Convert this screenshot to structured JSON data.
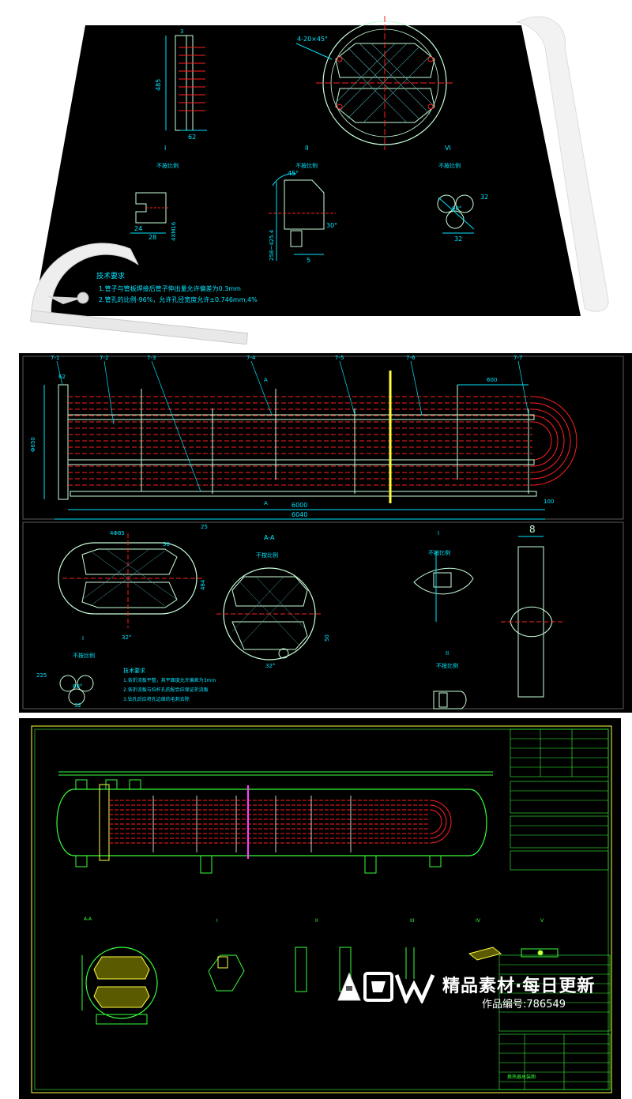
{
  "top_sheet": {
    "label_chamfer": "4-20×45°",
    "dim_62": "62",
    "dim_485": "485",
    "dim_3": "3",
    "view_I": "I",
    "view_II": "II",
    "view_VI": "VI",
    "scale_note": "不按比例",
    "dim_24": "24",
    "dim_28": "28",
    "dim_4xm16": "4XM16",
    "dim_45deg": "45°",
    "dim_30deg": "30°",
    "dim_range": "258~425.4",
    "dim_5": "5",
    "dim_32a": "32",
    "dim_60deg": "60°",
    "dim_32b": "32",
    "tech_title": "技术要求",
    "tech_line1": "1.管子与管板焊接后管子伸出量允许偏差为0.3mm",
    "tech_line2": "2.管孔的比例-96%，允许孔径宽度允许±0.746mm,4%"
  },
  "middle_sheet": {
    "part_labels": [
      "7-1",
      "7-2",
      "7-3",
      "7-4",
      "7-5",
      "7-6",
      "7-7"
    ],
    "dim_62": "62",
    "dim_phi650": "Φ650",
    "dim_600": "600",
    "dim_6000": "6000",
    "dim_6040": "6040",
    "dim_100": "100",
    "section_A": "A",
    "section_AA": "A-A",
    "dim_485": "4Φ85",
    "dim_25": "25",
    "dim_50a": "50",
    "dim_484": "484",
    "dim_50b": "50",
    "dim_32deg": "32°",
    "dim_8": "8",
    "view_I": "I",
    "view_II": "II",
    "scale_note": "不按比例",
    "dim_225": "225",
    "dim_60deg": "60°",
    "dim_32": "32",
    "tech_title": "技术要求",
    "tech_line1": "1.各折流板平整，其平面度允许偏差为3mm",
    "tech_line2": "2.各折流板与拉杆孔的配合应保证折流板",
    "tech_line3": "3.钻孔后应将孔边缘的毛刺去除"
  },
  "bottom_sheet": {
    "title_block_line": "换热器总装图",
    "view_labels": [
      "A-A",
      "I",
      "II",
      "III",
      "IV",
      "V"
    ]
  },
  "watermark": {
    "brand": "精品素材·每日更新",
    "code": "作品编号:786549"
  },
  "colors": {
    "background": "#000000",
    "outline": "#c8ffd8",
    "red_tubes": "#ff2020",
    "cyan": "#00e5ff",
    "green": "#36ff3a",
    "yellow": "#ffff40",
    "magenta": "#ff40ff"
  }
}
